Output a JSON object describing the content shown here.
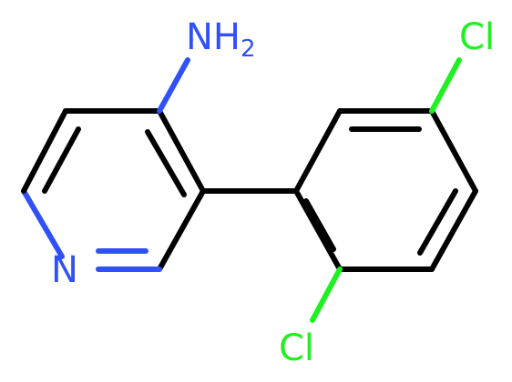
{
  "molecule": {
    "atoms": {
      "amine": {
        "text": "NH",
        "subscript": "2"
      },
      "pyridine_n": {
        "text": "N"
      },
      "chlorine_top": {
        "text": "Cl"
      },
      "chlorine_bottom": {
        "text": "Cl"
      }
    },
    "colors": {
      "nitrogen": "#3050F8",
      "chlorine": "#1FF01F",
      "carbon_bond": "#000000",
      "background": "#ffffff"
    }
  }
}
